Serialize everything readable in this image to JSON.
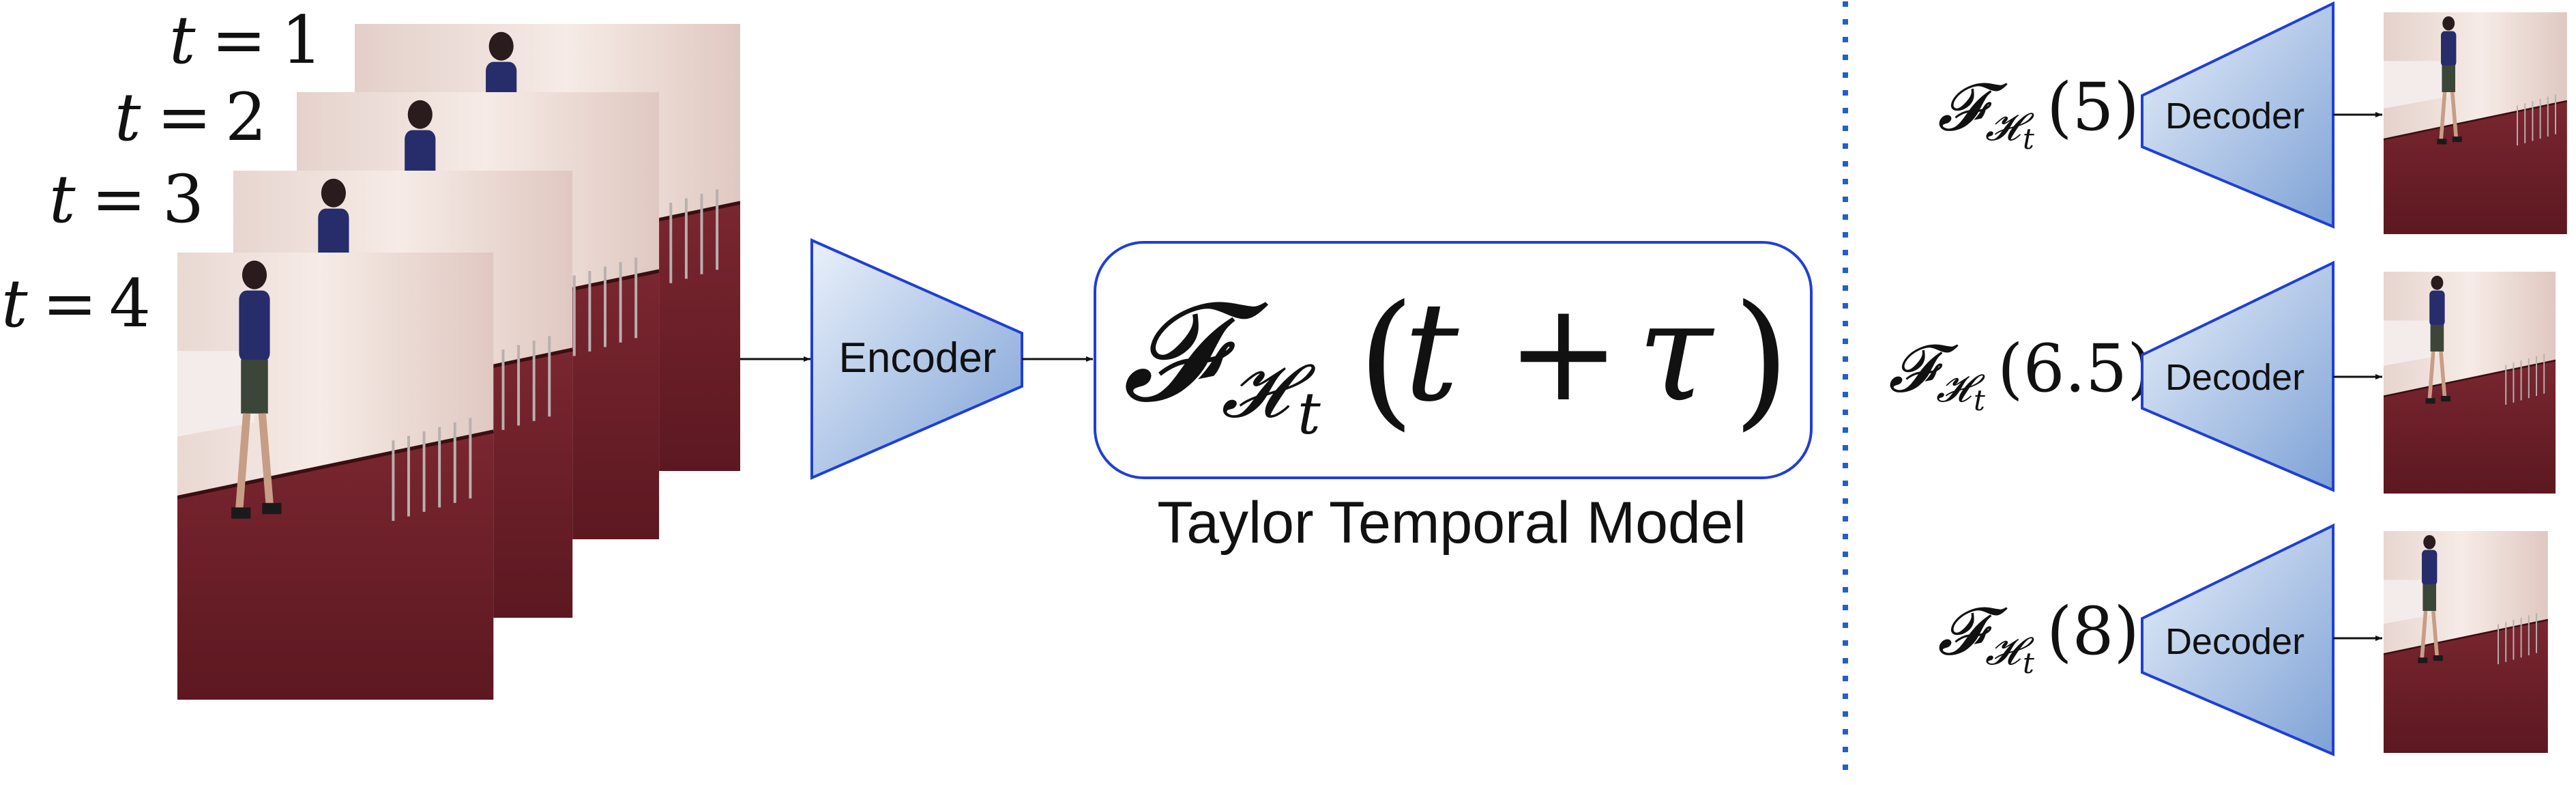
{
  "input_frames": [
    {
      "t_var": "t",
      "eq": "=",
      "value": "1"
    },
    {
      "t_var": "t",
      "eq": "=",
      "value": "2"
    },
    {
      "t_var": "t",
      "eq": "=",
      "value": "3"
    },
    {
      "t_var": "t",
      "eq": "=",
      "value": "4"
    }
  ],
  "encoder": {
    "label": "Encoder"
  },
  "temporal_model": {
    "func": "𝓕",
    "sub": "𝓗",
    "subsub": "t",
    "open": "(",
    "arg_t": "t",
    "plus": "+",
    "arg_tau": "τ",
    "close": ")",
    "caption": "Taylor Temporal Model"
  },
  "decoders": [
    {
      "func": "𝓕",
      "sub": "𝓗",
      "subsub": "t",
      "arg": "(5)",
      "label": "Decoder"
    },
    {
      "func": "𝓕",
      "sub": "𝓗",
      "subsub": "t",
      "arg": "(6.5)",
      "label": "Decoder"
    },
    {
      "func": "𝓕",
      "sub": "𝓗",
      "subsub": "t",
      "arg": "(8)",
      "label": "Decoder"
    }
  ],
  "colors": {
    "box_stroke": "#1f3fd6",
    "trap_light": "#e6eef9",
    "trap_dark": "#7ea2d6",
    "divider": "#1f5fd0",
    "wall": "#eddcd6",
    "carpet": "#6c1d24"
  },
  "icons": [
    "person-photo"
  ]
}
